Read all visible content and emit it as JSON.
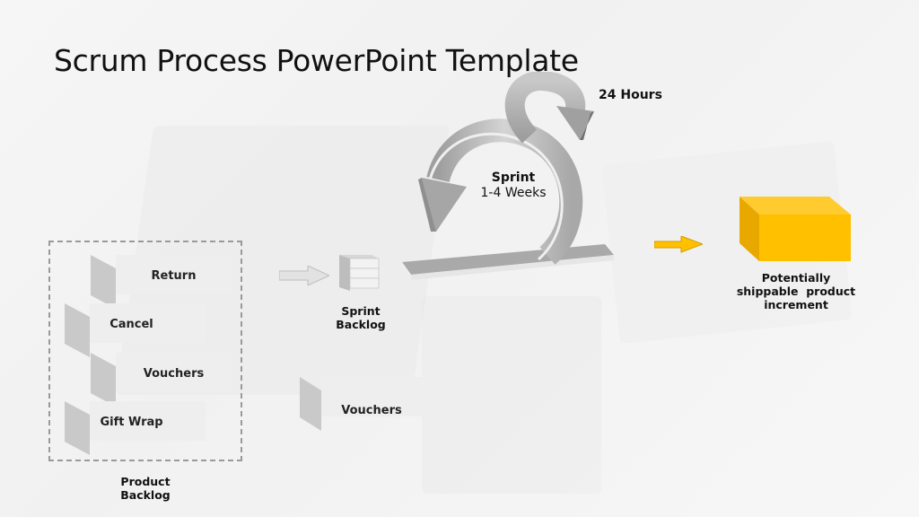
{
  "slide": {
    "title": "Scrum Process PowerPoint Template"
  },
  "product_backlog": {
    "caption_line1": "Product",
    "caption_line2": "Backlog",
    "items": [
      {
        "label": "Return"
      },
      {
        "label": "Cancel"
      },
      {
        "label": "Vouchers"
      },
      {
        "label": "Gift Wrap"
      }
    ]
  },
  "moving_item": {
    "label": "Vouchers"
  },
  "sprint_backlog": {
    "caption_line1": "Sprint",
    "caption_line2": "Backlog"
  },
  "sprint_cycle": {
    "daily_label": "24 Hours",
    "sprint_label": "Sprint",
    "sprint_duration": "1-4 Weeks"
  },
  "increment": {
    "line1": "Potentially",
    "line2": "shippable  product",
    "line3": "increment"
  },
  "colors": {
    "accent_yellow": "#FFC000",
    "arrow_grey": "#BDBDBD",
    "dash_border": "#9A9A9A"
  }
}
